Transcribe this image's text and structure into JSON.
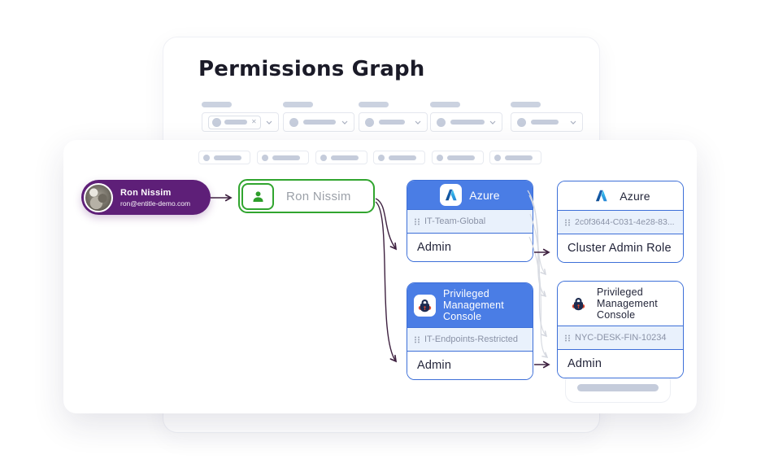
{
  "panel": {
    "title": "Permissions Graph"
  },
  "user_pill": {
    "name": "Ron Nissim",
    "email": "ron@entitle-demo.com"
  },
  "identity_node": {
    "label": "Ron Nissim"
  },
  "nodes": {
    "azure_granted": {
      "app": "Azure",
      "resource": "IT-Team-Global",
      "role": "Admin"
    },
    "azure_target": {
      "app": "Azure",
      "resource": "2c0f3644-C031-4e28-83...",
      "role": "Cluster Admin Role"
    },
    "pmc_granted": {
      "app": "Privileged Management Console",
      "resource": "IT-Endpoints-Restricted",
      "role": "Admin"
    },
    "pmc_target": {
      "app": "Privileged Management Console",
      "resource": "NYC-DESK-FIN-10234",
      "role": "Admin"
    }
  },
  "colors": {
    "brand_purple": "#5E1F78",
    "node_blue": "#4A7DE5",
    "node_border_blue": "#3D6FD8",
    "node_resource_bg": "#E9F1FC",
    "identity_green": "#31A52F",
    "edge_dark": "#3E2140",
    "skeleton_gray": "#C9D0DE"
  },
  "icons": {
    "app_left": "azure-icon",
    "app_bottom": "privileged-console-icon",
    "identity": "person-icon",
    "resource": "group-dots-icon",
    "dropdown": "chevron-down-icon",
    "chip_clear": "clear-x-icon"
  }
}
